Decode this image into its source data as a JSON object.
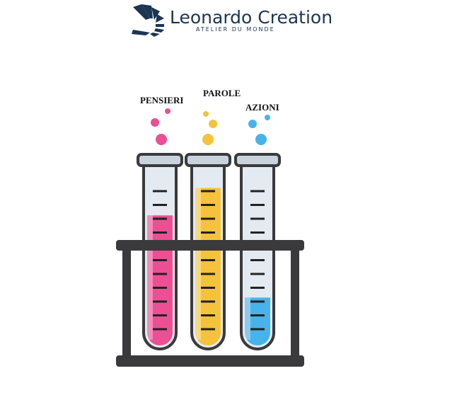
{
  "logo": {
    "title": "Leonardo Creation",
    "subtitle": "ATELIER DU MONDE",
    "color": "#1c3553"
  },
  "tubes": [
    {
      "label": "PENSIERI",
      "color": "#ec4f93",
      "fill_fraction": 0.72
    },
    {
      "label": "PAROLE",
      "color": "#f5c33b",
      "fill_fraction": 0.87
    },
    {
      "label": "AZIONI",
      "color": "#48b3ea",
      "fill_fraction": 0.27
    }
  ]
}
